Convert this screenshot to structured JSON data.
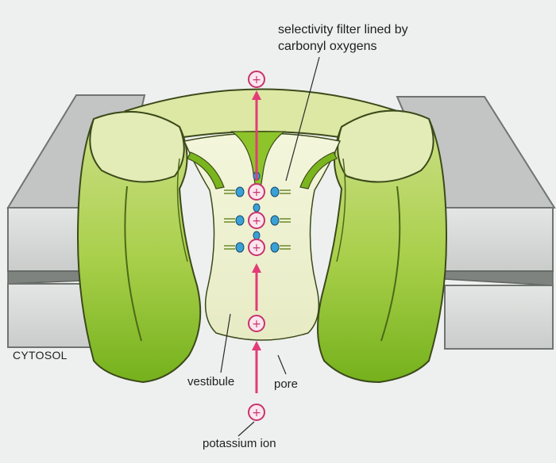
{
  "labels": {
    "selectivity_filter_line1": "selectivity filter lined by",
    "selectivity_filter_line2": "carbonyl oxygens",
    "cytosol": "CYTOSOL",
    "vestibule": "vestibule",
    "pore": "pore",
    "potassium_ion": "potassium ion"
  },
  "ion_symbol": "+",
  "colors": {
    "membrane": "#d3d6d4",
    "membrane_dark": "#7e8380",
    "protein_light": "#e8efc2",
    "protein_mid": "#cfe08a",
    "protein_dark": "#7ab51d",
    "pore_fill": "#eff2d2",
    "ion_ring": "#c8336d",
    "oxygen": "#3aa0d6",
    "arrow": "#e33b77"
  }
}
